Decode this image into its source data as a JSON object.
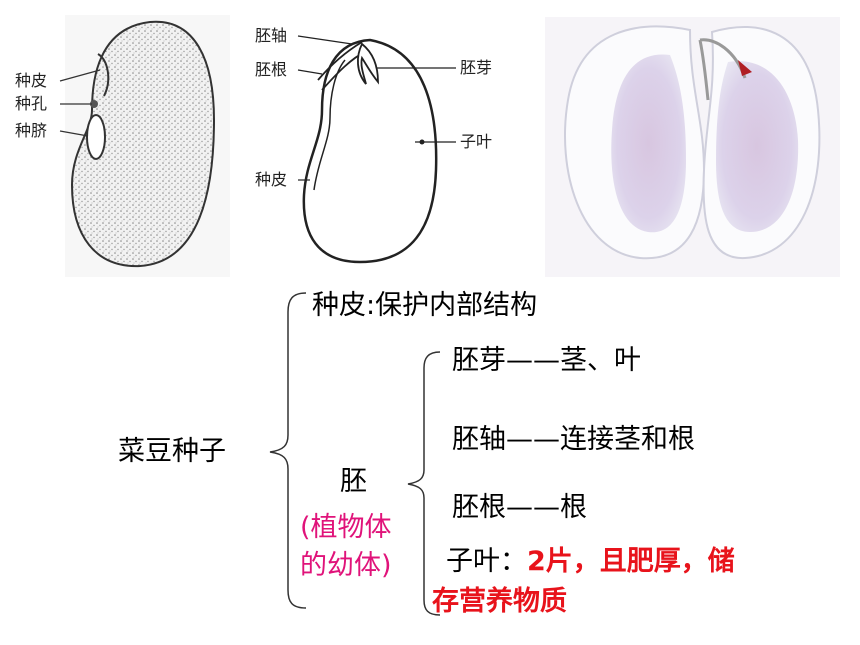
{
  "figure1": {
    "labels": [
      "种皮",
      "种孔",
      "种脐"
    ]
  },
  "figure2": {
    "labels": {
      "hypocotyl": "胚轴",
      "radicle": "胚根",
      "plumule": "胚芽",
      "cotyledon": "子叶",
      "seed_coat": "种皮"
    }
  },
  "diagram": {
    "root": "菜豆种子",
    "seed_coat": "种皮:保护内部结构",
    "embryo": "胚",
    "embryo_note_line1": "(植物体",
    "embryo_note_line2": "的幼体)",
    "plumule": "胚芽——茎、叶",
    "hypocotyl": "胚轴——连接茎和根",
    "radicle": "胚根——根",
    "cotyledon_prefix": "子叶：",
    "cotyledon_desc_line1": "2片，且肥厚，储",
    "cotyledon_desc_line2": "存营养物质"
  },
  "colors": {
    "embryo_note": "#e0137a",
    "cotyledon_desc": "#e8131b"
  }
}
